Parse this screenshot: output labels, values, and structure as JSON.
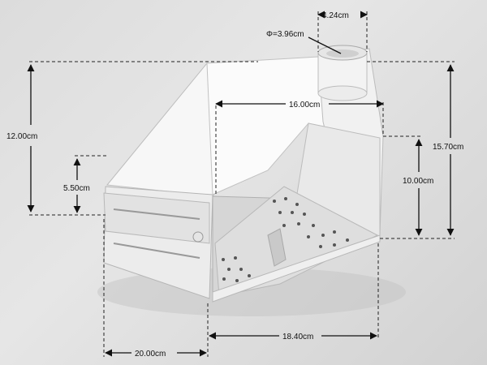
{
  "dimensions": {
    "pipe_width": "4.24cm",
    "pipe_diameter": "Φ=3.96cm",
    "top_width": "16.00cm",
    "total_height_left": "12.00cm",
    "tray_height": "5.50cm",
    "total_height_right": "15.70cm",
    "inner_height": "10.00cm",
    "depth": "20.00cm",
    "front_width": "18.40cm"
  },
  "colors": {
    "background": "#dcdcdc",
    "plastic": "#f3f3f3",
    "shadow": "#c9c9c9",
    "tray": "#d8d8d8"
  }
}
